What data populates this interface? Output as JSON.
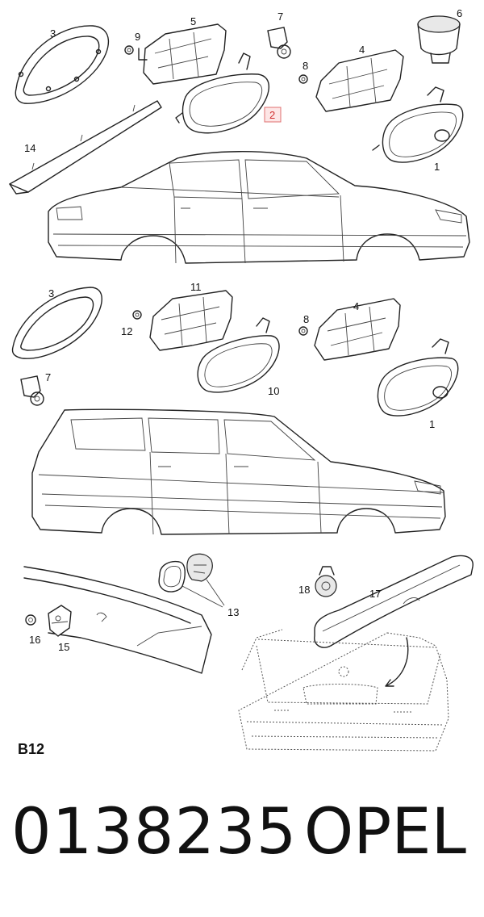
{
  "callouts": {
    "c1": "1",
    "c2": "2",
    "c3": "3",
    "c4": "4",
    "c5": "5",
    "c6": "6",
    "c7": "7",
    "c8": "8",
    "c9": "9",
    "c14": "14",
    "d3": "3",
    "d11": "11",
    "d7": "7",
    "d8": "8",
    "d4": "4",
    "d12": "12",
    "d10": "10",
    "d1": "1",
    "e13": "13",
    "e18": "18",
    "e17": "17",
    "e16": "16",
    "e15": "15"
  },
  "section": "B12",
  "part_number": "0138235",
  "brand": "OPEL",
  "colors": {
    "highlight_box": "#e07070",
    "highlight_text": "#d03030"
  }
}
